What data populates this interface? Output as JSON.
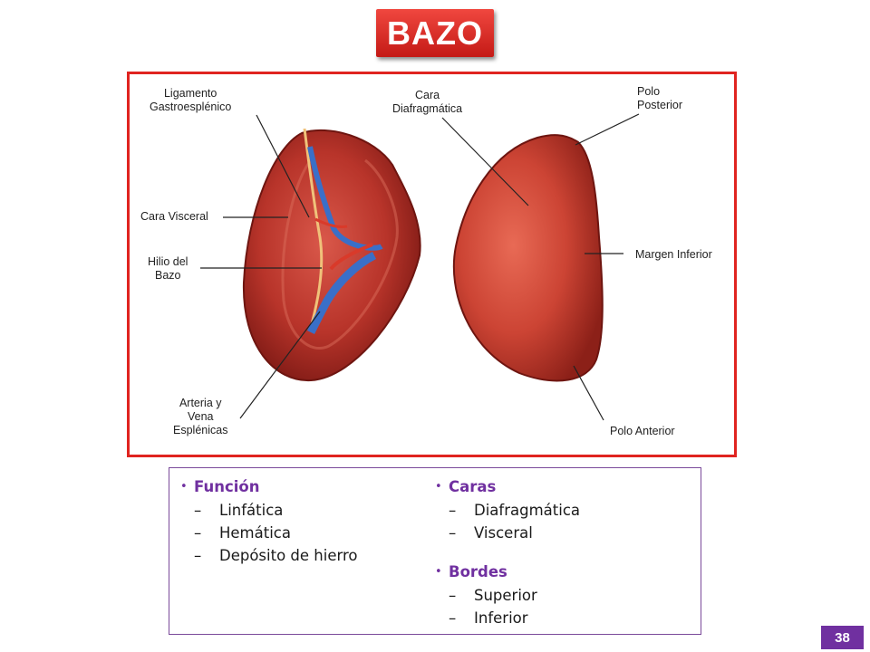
{
  "slide": {
    "title": "BAZO",
    "page_number": "38"
  },
  "figure": {
    "labels": {
      "ligamento": "Ligamento\nGastroesplénico",
      "cara_diafragmatica": "Cara\nDiafragmática",
      "polo_posterior": "Polo\nPosterior",
      "cara_visceral": "Cara Visceral",
      "margen_inferior": "Margen Inferior",
      "hilio": "Hilio del\nBazo",
      "arteria_vena": "Arteria y\nVena\nEsplénicas",
      "polo_anterior": "Polo Anterior"
    }
  },
  "info": {
    "funcion": {
      "heading": "Función",
      "items": [
        "Linfática",
        "Hemática",
        "Depósito de hierro"
      ]
    },
    "caras": {
      "heading": "Caras",
      "items": [
        "Diafragmática",
        "Visceral"
      ]
    },
    "bordes": {
      "heading": "Bordes",
      "items": [
        "Superior",
        "Inferior"
      ]
    }
  }
}
